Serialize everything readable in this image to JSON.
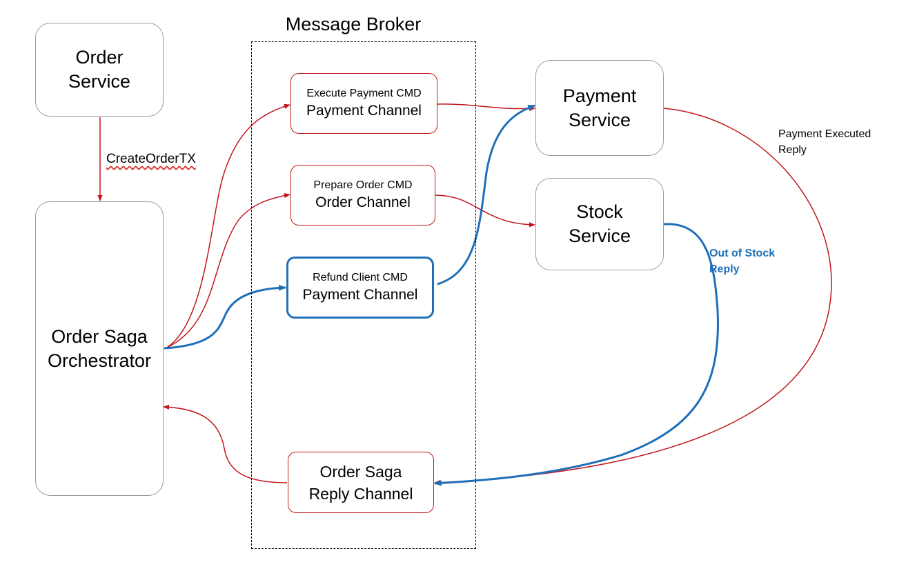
{
  "broker": {
    "title": "Message Broker"
  },
  "services": {
    "order_service": {
      "line1": "Order",
      "line2": "Service"
    },
    "orchestrator": {
      "line1": "Order Saga",
      "line2": "Orchestrator"
    },
    "payment_service": {
      "line1": "Payment",
      "line2": "Service"
    },
    "stock_service": {
      "line1": "Stock",
      "line2": "Service"
    }
  },
  "channels": {
    "execute_payment": {
      "command": "Execute Payment CMD",
      "channel": "Payment Channel"
    },
    "prepare_order": {
      "command": "Prepare Order CMD",
      "channel": "Order Channel"
    },
    "refund_client": {
      "command": "Refund Client CMD",
      "channel": "Payment Channel"
    },
    "reply": {
      "line1": "Order Saga",
      "line2": "Reply Channel"
    }
  },
  "edge_labels": {
    "create_order": "CreateOrderTX",
    "payment_executed": {
      "line1": "Payment Executed",
      "line2": "Reply"
    },
    "out_of_stock": {
      "line1": "Out of Stock",
      "line2": "Reply"
    }
  },
  "colors": {
    "success_flow": "#c0161c",
    "compensation_flow": "#1f6fb8",
    "service_border": "#9a9a9a"
  }
}
